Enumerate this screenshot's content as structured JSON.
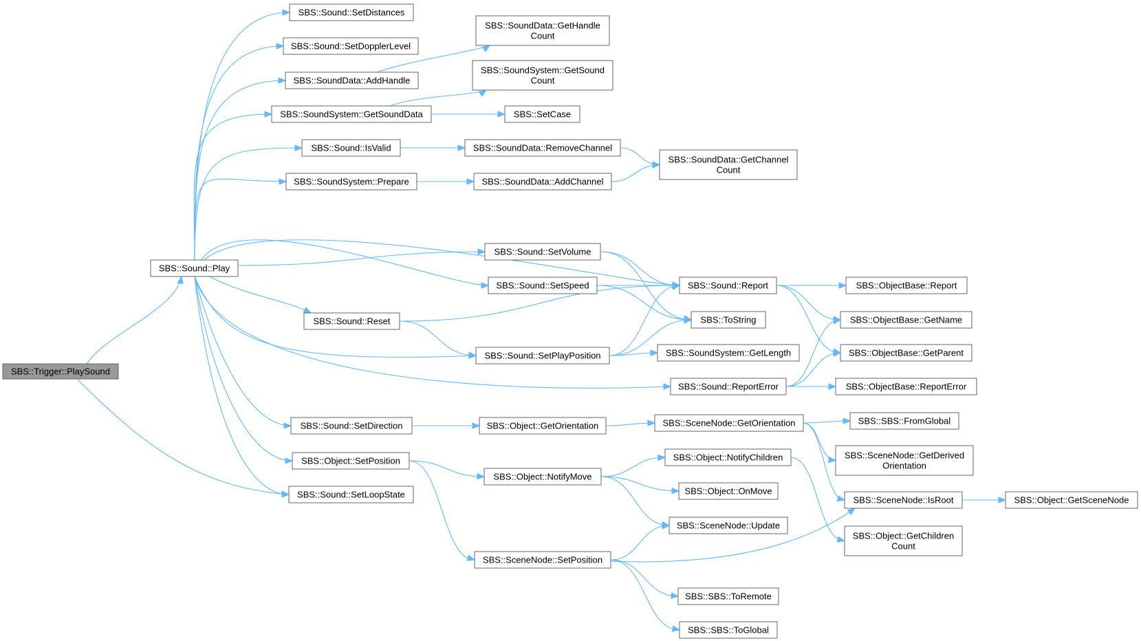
{
  "diagram": {
    "nodes": [
      {
        "id": "trigger_playsound",
        "lines": [
          "SBS::Trigger::PlaySound"
        ],
        "root": true
      },
      {
        "id": "sound_play",
        "lines": [
          "SBS::Sound::Play"
        ]
      },
      {
        "id": "sound_setdistances",
        "lines": [
          "SBS::Sound::SetDistances"
        ]
      },
      {
        "id": "sound_setdopplerlevel",
        "lines": [
          "SBS::Sound::SetDopplerLevel"
        ]
      },
      {
        "id": "sounddata_addhandle",
        "lines": [
          "SBS::SoundData::AddHandle"
        ]
      },
      {
        "id": "soundsystem_getsounddata",
        "lines": [
          "SBS::SoundSystem::GetSoundData"
        ]
      },
      {
        "id": "sound_isvalid",
        "lines": [
          "SBS::Sound::IsValid"
        ]
      },
      {
        "id": "soundsystem_prepare",
        "lines": [
          "SBS::SoundSystem::Prepare"
        ]
      },
      {
        "id": "sound_reset",
        "lines": [
          "SBS::Sound::Reset"
        ]
      },
      {
        "id": "sound_setdirection",
        "lines": [
          "SBS::Sound::SetDirection"
        ]
      },
      {
        "id": "object_setposition",
        "lines": [
          "SBS::Object::SetPosition"
        ]
      },
      {
        "id": "sound_setloopstate",
        "lines": [
          "SBS::Sound::SetLoopState"
        ]
      },
      {
        "id": "sounddata_gethandlecount",
        "lines": [
          "SBS::SoundData::GetHandle",
          "Count"
        ]
      },
      {
        "id": "soundsystem_getsoundcount",
        "lines": [
          "SBS::SoundSystem::GetSound",
          "Count"
        ]
      },
      {
        "id": "setcase",
        "lines": [
          "SBS::SetCase"
        ]
      },
      {
        "id": "sounddata_removechannel",
        "lines": [
          "SBS::SoundData::RemoveChannel"
        ]
      },
      {
        "id": "sounddata_addchannel",
        "lines": [
          "SBS::SoundData::AddChannel"
        ]
      },
      {
        "id": "sound_setvolume",
        "lines": [
          "SBS::Sound::SetVolume"
        ]
      },
      {
        "id": "sound_setspeed",
        "lines": [
          "SBS::Sound::SetSpeed"
        ]
      },
      {
        "id": "sound_setplayposition",
        "lines": [
          "SBS::Sound::SetPlayPosition"
        ]
      },
      {
        "id": "object_getorientation",
        "lines": [
          "SBS::Object::GetOrientation"
        ]
      },
      {
        "id": "object_notifymove",
        "lines": [
          "SBS::Object::NotifyMove"
        ]
      },
      {
        "id": "scenenode_setposition",
        "lines": [
          "SBS::SceneNode::SetPosition"
        ]
      },
      {
        "id": "sounddata_getchannelcount",
        "lines": [
          "SBS::SoundData::GetChannel",
          "Count"
        ]
      },
      {
        "id": "sound_report",
        "lines": [
          "SBS::Sound::Report"
        ]
      },
      {
        "id": "tostring",
        "lines": [
          "SBS::ToString"
        ]
      },
      {
        "id": "soundsystem_getlength",
        "lines": [
          "SBS::SoundSystem::GetLength"
        ]
      },
      {
        "id": "sound_reporterror",
        "lines": [
          "SBS::Sound::ReportError"
        ]
      },
      {
        "id": "scenenode_getorientation",
        "lines": [
          "SBS::SceneNode::GetOrientation"
        ]
      },
      {
        "id": "object_notifychildren",
        "lines": [
          "SBS::Object::NotifyChildren"
        ]
      },
      {
        "id": "object_onmove",
        "lines": [
          "SBS::Object::OnMove"
        ]
      },
      {
        "id": "scenenode_update",
        "lines": [
          "SBS::SceneNode::Update"
        ]
      },
      {
        "id": "sbs_toremote",
        "lines": [
          "SBS::SBS::ToRemote"
        ]
      },
      {
        "id": "sbs_toglobal",
        "lines": [
          "SBS::SBS::ToGlobal"
        ]
      },
      {
        "id": "objectbase_report",
        "lines": [
          "SBS::ObjectBase::Report"
        ]
      },
      {
        "id": "objectbase_getname",
        "lines": [
          "SBS::ObjectBase::GetName"
        ]
      },
      {
        "id": "objectbase_getparent",
        "lines": [
          "SBS::ObjectBase::GetParent"
        ]
      },
      {
        "id": "objectbase_reporterror",
        "lines": [
          "SBS::ObjectBase::ReportError"
        ]
      },
      {
        "id": "sbs_fromglobal",
        "lines": [
          "SBS::SBS::FromGlobal"
        ]
      },
      {
        "id": "scenenode_getderivedorientation",
        "lines": [
          "SBS::SceneNode::GetDerived",
          "Orientation"
        ]
      },
      {
        "id": "scenenode_isroot",
        "lines": [
          "SBS::SceneNode::IsRoot"
        ]
      },
      {
        "id": "object_getchildrencount",
        "lines": [
          "SBS::Object::GetChildren",
          "Count"
        ]
      },
      {
        "id": "object_getscenenode",
        "lines": [
          "SBS::Object::GetSceneNode"
        ]
      }
    ],
    "edges": [
      {
        "from": "trigger_playsound",
        "to": "sound_play"
      },
      {
        "from": "trigger_playsound",
        "to": "sound_setloopstate"
      },
      {
        "from": "sound_play",
        "to": "sound_setdistances"
      },
      {
        "from": "sound_play",
        "to": "sound_setdopplerlevel"
      },
      {
        "from": "sound_play",
        "to": "sounddata_addhandle"
      },
      {
        "from": "sound_play",
        "to": "soundsystem_getsounddata"
      },
      {
        "from": "sound_play",
        "to": "sound_isvalid"
      },
      {
        "from": "sound_play",
        "to": "soundsystem_prepare"
      },
      {
        "from": "sound_play",
        "to": "sound_report"
      },
      {
        "from": "sound_play",
        "to": "sound_setvolume"
      },
      {
        "from": "sound_play",
        "to": "sound_setspeed"
      },
      {
        "from": "sound_play",
        "to": "sound_reset"
      },
      {
        "from": "sound_play",
        "to": "sound_setplayposition"
      },
      {
        "from": "sound_play",
        "to": "sound_reporterror"
      },
      {
        "from": "sound_play",
        "to": "sound_setdirection"
      },
      {
        "from": "sound_play",
        "to": "object_setposition"
      },
      {
        "from": "sound_play",
        "to": "sound_setloopstate"
      },
      {
        "from": "sounddata_addhandle",
        "to": "sounddata_gethandlecount"
      },
      {
        "from": "soundsystem_getsounddata",
        "to": "soundsystem_getsoundcount"
      },
      {
        "from": "soundsystem_getsounddata",
        "to": "setcase"
      },
      {
        "from": "sound_isvalid",
        "to": "sounddata_removechannel"
      },
      {
        "from": "sounddata_removechannel",
        "to": "sounddata_getchannelcount"
      },
      {
        "from": "soundsystem_prepare",
        "to": "sounddata_addchannel"
      },
      {
        "from": "sounddata_addchannel",
        "to": "sounddata_getchannelcount"
      },
      {
        "from": "sound_setvolume",
        "to": "sound_report"
      },
      {
        "from": "sound_setvolume",
        "to": "tostring"
      },
      {
        "from": "sound_setspeed",
        "to": "sound_report"
      },
      {
        "from": "sound_setspeed",
        "to": "tostring"
      },
      {
        "from": "sound_reset",
        "to": "sound_report"
      },
      {
        "from": "sound_reset",
        "to": "sound_setplayposition"
      },
      {
        "from": "sound_setplayposition",
        "to": "sound_report"
      },
      {
        "from": "sound_setplayposition",
        "to": "tostring"
      },
      {
        "from": "sound_setplayposition",
        "to": "soundsystem_getlength"
      },
      {
        "from": "sound_report",
        "to": "objectbase_report"
      },
      {
        "from": "sound_report",
        "to": "objectbase_getname"
      },
      {
        "from": "sound_report",
        "to": "objectbase_getparent"
      },
      {
        "from": "sound_reporterror",
        "to": "objectbase_getname"
      },
      {
        "from": "sound_reporterror",
        "to": "objectbase_getparent"
      },
      {
        "from": "sound_reporterror",
        "to": "objectbase_reporterror"
      },
      {
        "from": "sound_setdirection",
        "to": "object_getorientation"
      },
      {
        "from": "object_getorientation",
        "to": "scenenode_getorientation"
      },
      {
        "from": "scenenode_getorientation",
        "to": "sbs_fromglobal"
      },
      {
        "from": "scenenode_getorientation",
        "to": "scenenode_getderivedorientation"
      },
      {
        "from": "scenenode_getorientation",
        "to": "scenenode_isroot"
      },
      {
        "from": "object_setposition",
        "to": "object_notifymove"
      },
      {
        "from": "object_setposition",
        "to": "scenenode_setposition"
      },
      {
        "from": "object_notifymove",
        "to": "object_notifychildren"
      },
      {
        "from": "object_notifymove",
        "to": "object_onmove"
      },
      {
        "from": "object_notifymove",
        "to": "scenenode_update"
      },
      {
        "from": "object_notifychildren",
        "to": "object_getchildrencount"
      },
      {
        "from": "scenenode_setposition",
        "to": "scenenode_update"
      },
      {
        "from": "scenenode_setposition",
        "to": "scenenode_isroot"
      },
      {
        "from": "scenenode_setposition",
        "to": "sbs_toremote"
      },
      {
        "from": "scenenode_setposition",
        "to": "sbs_toglobal"
      },
      {
        "from": "scenenode_isroot",
        "to": "object_getscenenode"
      }
    ]
  }
}
